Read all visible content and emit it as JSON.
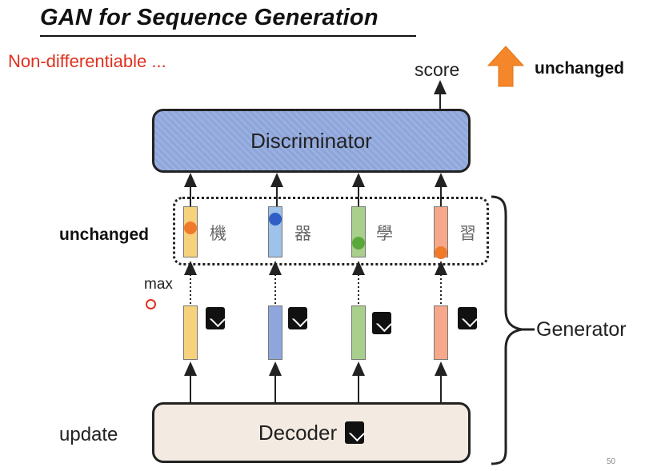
{
  "slide": {
    "title": "GAN for Sequence Generation",
    "subtitle": "Non-differentiable ...",
    "page_number": "50"
  },
  "diagram": {
    "discriminator_label": "Discriminator",
    "decoder_label": "Decoder",
    "score_label": "score",
    "score_note": "unchanged",
    "tokens_note": "unchanged",
    "max_label": "max",
    "update_label": "update",
    "generator_label": "Generator",
    "tokens": [
      {
        "char": "機",
        "color": "#f6d27c"
      },
      {
        "char": "器",
        "color": "#9ec2ea"
      },
      {
        "char": "學",
        "color": "#a8cf8c"
      },
      {
        "char": "習",
        "color": "#f6a98a"
      }
    ],
    "dot_colors": [
      "#f07a2a",
      "#2f5fc4",
      "#5aa83a",
      "#f07a2a"
    ],
    "arrow_color": "#f5862a"
  }
}
